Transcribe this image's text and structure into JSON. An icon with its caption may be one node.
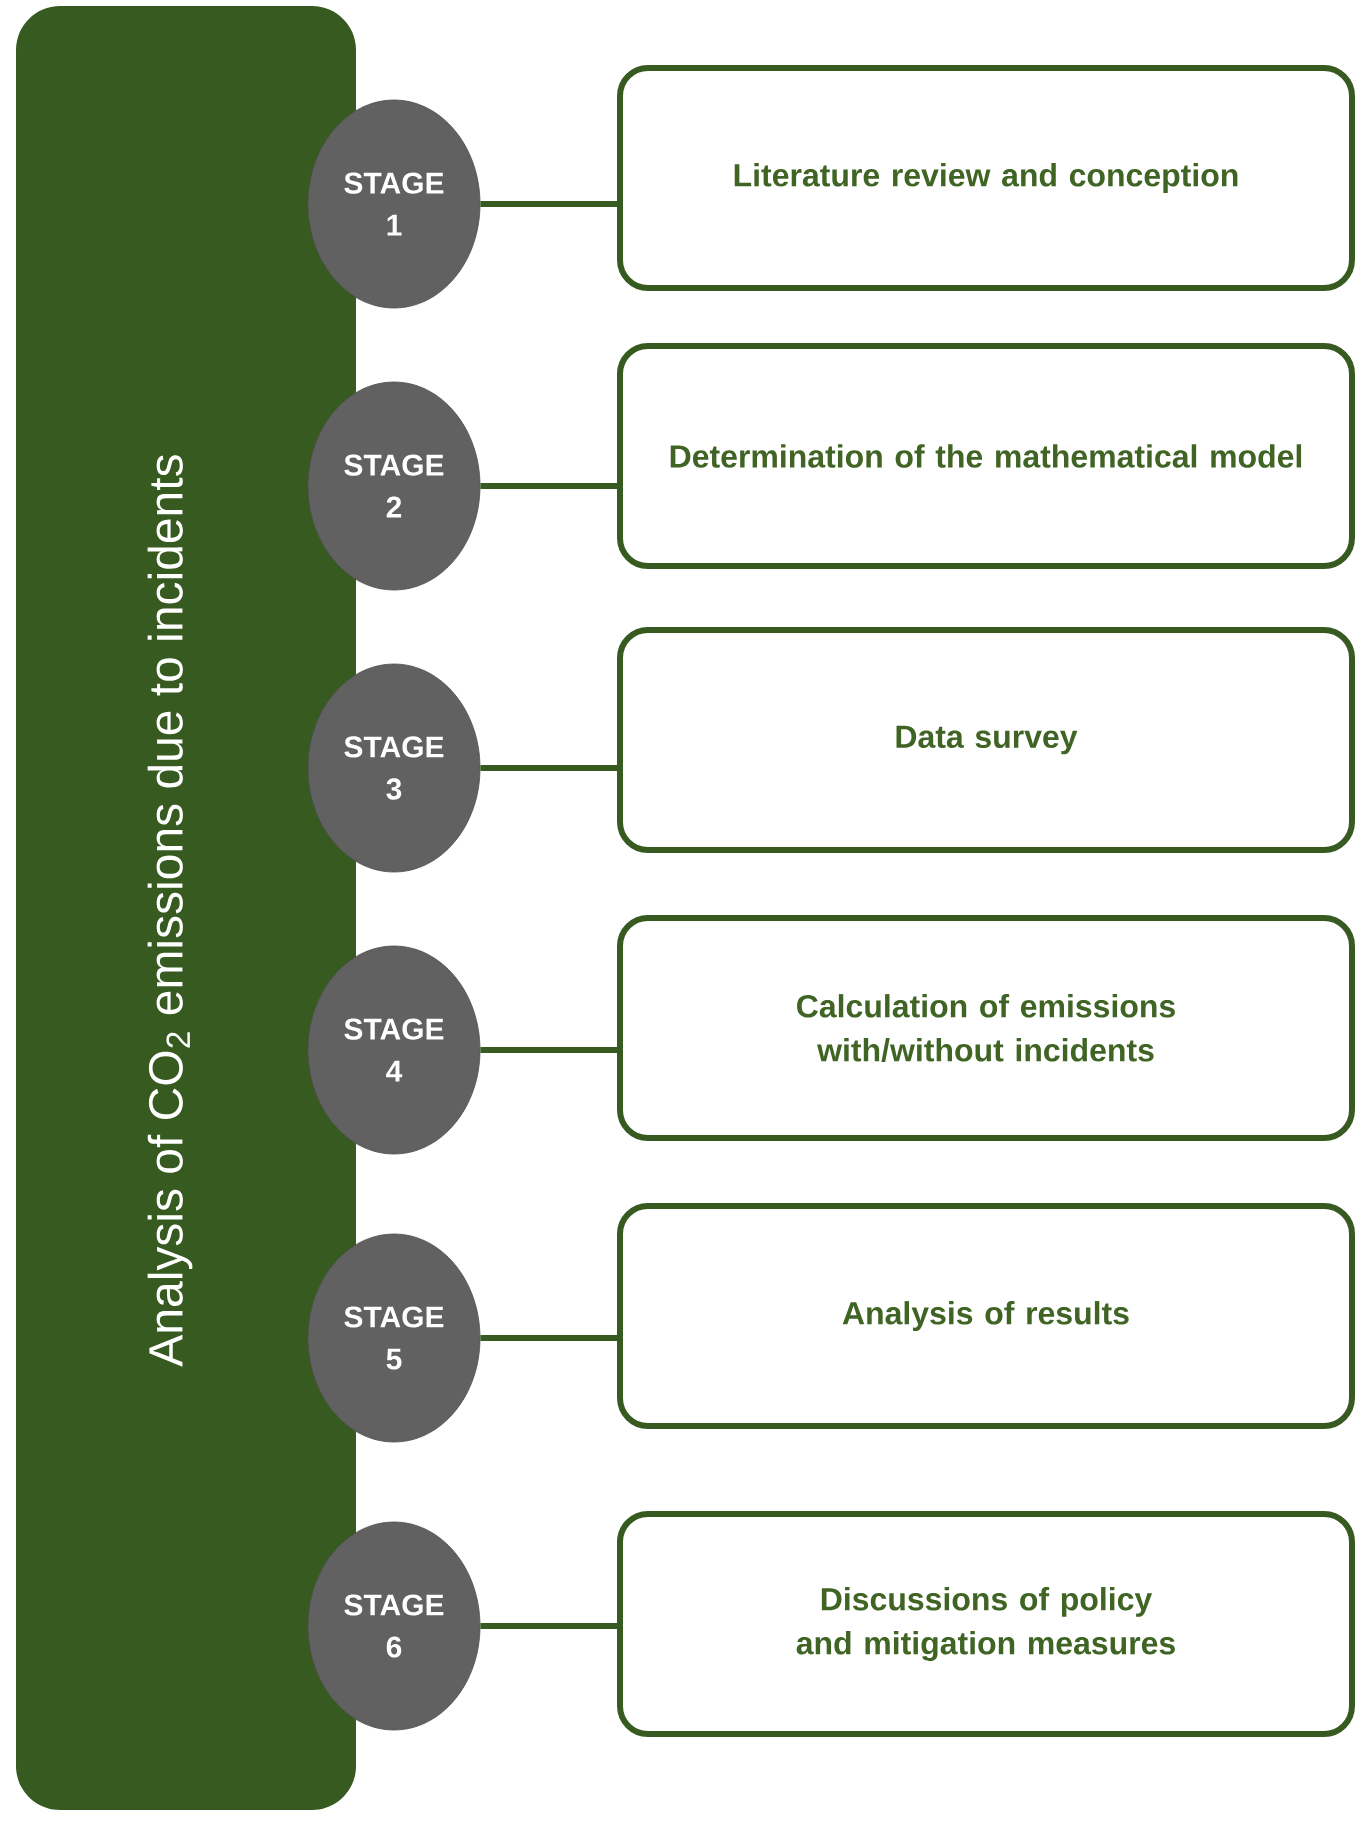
{
  "diagram": {
    "nodes": [
      {
        "text": [
          "Analysis of CO$_{2}$ emissions due to incidents"
        ]
      },
      {
        "text": [
          "STAGE 1"
        ]
      },
      {
        "text": [
          "Literature review and conception"
        ]
      },
      {
        "text": [
          "STAGE 2"
        ]
      },
      {
        "text": [
          "Determination of the mathematical model"
        ]
      },
      {
        "text": [
          "STAGE 3"
        ]
      },
      {
        "text": [
          "Data survey"
        ]
      },
      {
        "text": [
          "STAGE 4"
        ]
      },
      {
        "text": [
          "Calculation of emissions with/without incidents"
        ]
      },
      {
        "text": [
          "STAGE 5"
        ]
      },
      {
        "text": [
          "Analysis of results"
        ]
      },
      {
        "text": [
          "STAGE 6"
        ]
      },
      {
        "text": [
          "Discussions of policy and mitigation measures"
        ]
      }
    ],
    "edges": [
      {
        "from": 1,
        "to": 2,
        "arrow": "none"
      },
      {
        "from": 3,
        "to": 4,
        "arrow": "none"
      },
      {
        "from": 5,
        "to": 6,
        "arrow": "none"
      },
      {
        "from": 7,
        "to": 8,
        "arrow": "none"
      },
      {
        "from": 9,
        "to": 10,
        "arrow": "none"
      },
      {
        "from": 11,
        "to": 12,
        "arrow": "none"
      }
    ]
  }
}
